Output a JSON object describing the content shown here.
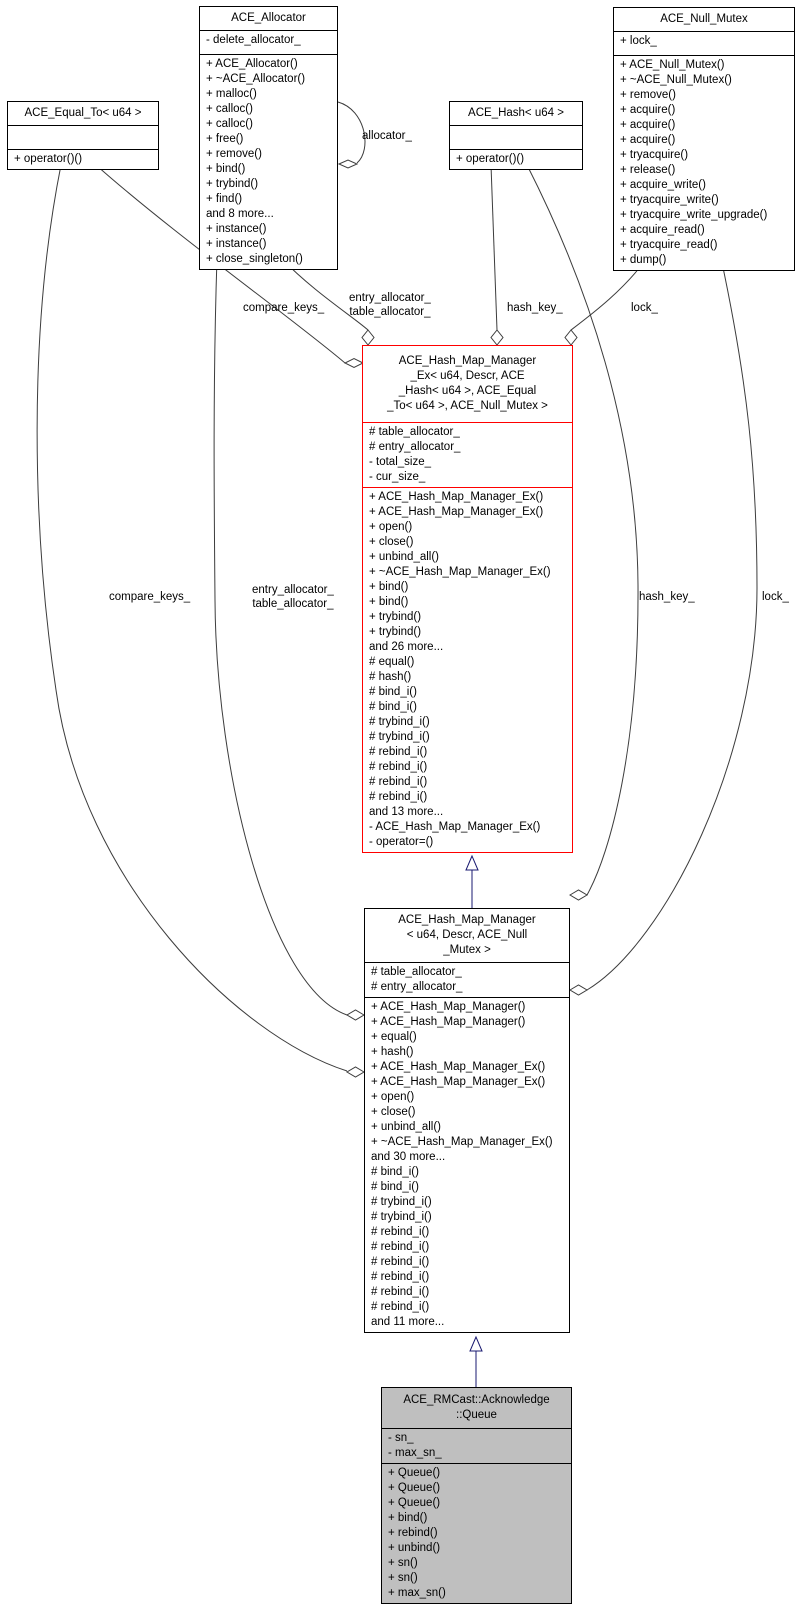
{
  "diagram": {
    "kind": "uml-collaboration-diagram",
    "colors": {
      "highlight_border": "#ff0000",
      "current_class_fill": "#bfbfbf",
      "inheritance_edge": "#191970",
      "aggregation_edge": "#3c3c3c",
      "box_border": "#000000",
      "background": "#ffffff"
    }
  },
  "classes": {
    "allocator": {
      "title": "ACE_Allocator",
      "attrs": [
        "- delete_allocator_"
      ],
      "methods": [
        "+ ACE_Allocator()",
        "+ ~ACE_Allocator()",
        "+ malloc()",
        "+ calloc()",
        "+ calloc()",
        "+ free()",
        "+ remove()",
        "+ bind()",
        "+ trybind()",
        "+ find()",
        "and 8 more...",
        "+ instance()",
        "+ instance()",
        "+ close_singleton()"
      ]
    },
    "equal_to": {
      "title": "ACE_Equal_To< u64 >",
      "attrs": [],
      "methods": [
        "+ operator()()"
      ]
    },
    "hash": {
      "title": "ACE_Hash< u64 >",
      "attrs": [],
      "methods": [
        "+ operator()()"
      ]
    },
    "null_mutex": {
      "title": "ACE_Null_Mutex",
      "attrs": [
        "+ lock_"
      ],
      "methods": [
        "+ ACE_Null_Mutex()",
        "+ ~ACE_Null_Mutex()",
        "+ remove()",
        "+ acquire()",
        "+ acquire()",
        "+ acquire()",
        "+ tryacquire()",
        "+ release()",
        "+ acquire_write()",
        "+ tryacquire_write()",
        "+ tryacquire_write_upgrade()",
        "+ acquire_read()",
        "+ tryacquire_read()",
        "+ dump()"
      ]
    },
    "hash_map_manager_ex": {
      "title": "ACE_Hash_Map_Manager\n_Ex< u64, Descr, ACE\n_Hash< u64 >, ACE_Equal\n_To< u64 >, ACE_Null_Mutex >",
      "attrs": [
        "# table_allocator_",
        "# entry_allocator_",
        "- total_size_",
        "- cur_size_"
      ],
      "methods": [
        "+ ACE_Hash_Map_Manager_Ex()",
        "+ ACE_Hash_Map_Manager_Ex()",
        "+ open()",
        "+ close()",
        "+ unbind_all()",
        "+ ~ACE_Hash_Map_Manager_Ex()",
        "+ bind()",
        "+ bind()",
        "+ trybind()",
        "+ trybind()",
        "and 26 more...",
        "# equal()",
        "# hash()",
        "# bind_i()",
        "# bind_i()",
        "# trybind_i()",
        "# trybind_i()",
        "# rebind_i()",
        "# rebind_i()",
        "# rebind_i()",
        "# rebind_i()",
        "and 13 more...",
        "- ACE_Hash_Map_Manager_Ex()",
        "- operator=()"
      ]
    },
    "hash_map_manager": {
      "title": "ACE_Hash_Map_Manager\n< u64, Descr, ACE_Null\n_Mutex >",
      "attrs": [
        "# table_allocator_",
        "# entry_allocator_"
      ],
      "methods": [
        "+ ACE_Hash_Map_Manager()",
        "+ ACE_Hash_Map_Manager()",
        "+ equal()",
        "+ hash()",
        "+ ACE_Hash_Map_Manager_Ex()",
        "+ ACE_Hash_Map_Manager_Ex()",
        "+ open()",
        "+ close()",
        "+ unbind_all()",
        "+ ~ACE_Hash_Map_Manager_Ex()",
        "and 30 more...",
        "# bind_i()",
        "# bind_i()",
        "# trybind_i()",
        "# trybind_i()",
        "# rebind_i()",
        "# rebind_i()",
        "# rebind_i()",
        "# rebind_i()",
        "# rebind_i()",
        "# rebind_i()",
        "and 11 more..."
      ]
    },
    "queue": {
      "title": "ACE_RMCast::Acknowledge\n::Queue",
      "attrs": [
        "- sn_",
        "- max_sn_"
      ],
      "methods": [
        "+ Queue()",
        "+ Queue()",
        "+ Queue()",
        "+ bind()",
        "+ rebind()",
        "+ unbind()",
        "+ sn()",
        "+ sn()",
        "+ max_sn()"
      ]
    }
  },
  "labels": {
    "allocator_loop": "allocator_",
    "compare_keys_top": "compare_keys_",
    "entry_table_top": "entry_allocator_\ntable_allocator_",
    "hash_key_top": "hash_key_",
    "lock_top": "lock_",
    "compare_keys_mid": "compare_keys_",
    "entry_table_mid": "entry_allocator_\ntable_allocator_",
    "hash_key_mid": "hash_key_",
    "lock_mid": "lock_"
  }
}
